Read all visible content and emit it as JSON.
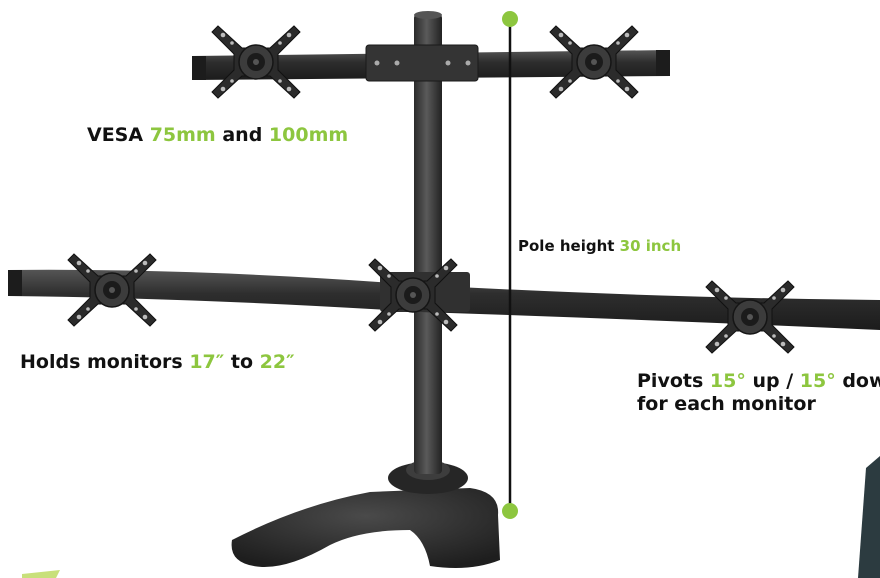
{
  "colors": {
    "accent": "#8dc63f",
    "text": "#111111",
    "metal": "#3a3a3a"
  },
  "labels": {
    "vesa": {
      "pre": "VESA ",
      "v1": "75mm",
      "mid": " and ",
      "v2": "100mm"
    },
    "pole": {
      "pre": "Pole height ",
      "value": "30 inch"
    },
    "holds": {
      "pre": "Holds monitors ",
      "v1": "17″",
      "mid": " to ",
      "v2": "22″"
    },
    "pivots": {
      "pre": "Pivots ",
      "v1": "15°",
      "mid": " up / ",
      "v2": "15°",
      "post": " down",
      "line2": "for each monitor"
    }
  }
}
